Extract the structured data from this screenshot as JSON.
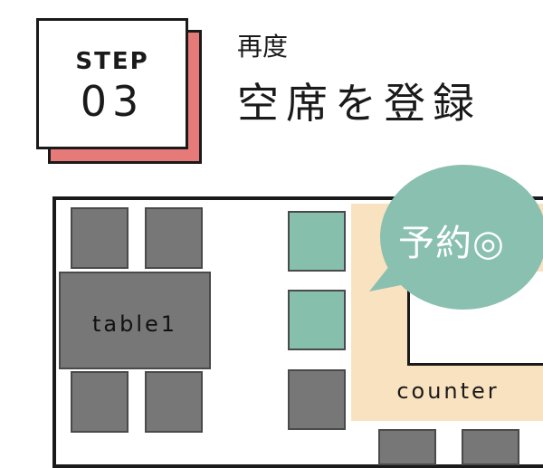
{
  "header": {
    "step_label": "STEP",
    "step_number": "03",
    "subtitle": "再度",
    "title": "空席を登録"
  },
  "floor_plan": {
    "table_label": "table1",
    "counter_label": "counter",
    "bubble_text": "予約◎"
  },
  "colors": {
    "accent_red": "#e57a79",
    "seat_gray": "#777777",
    "seat_green": "#86c0ad",
    "counter_beige": "#f9e2c0",
    "bubble_teal": "#8ac0b0"
  }
}
